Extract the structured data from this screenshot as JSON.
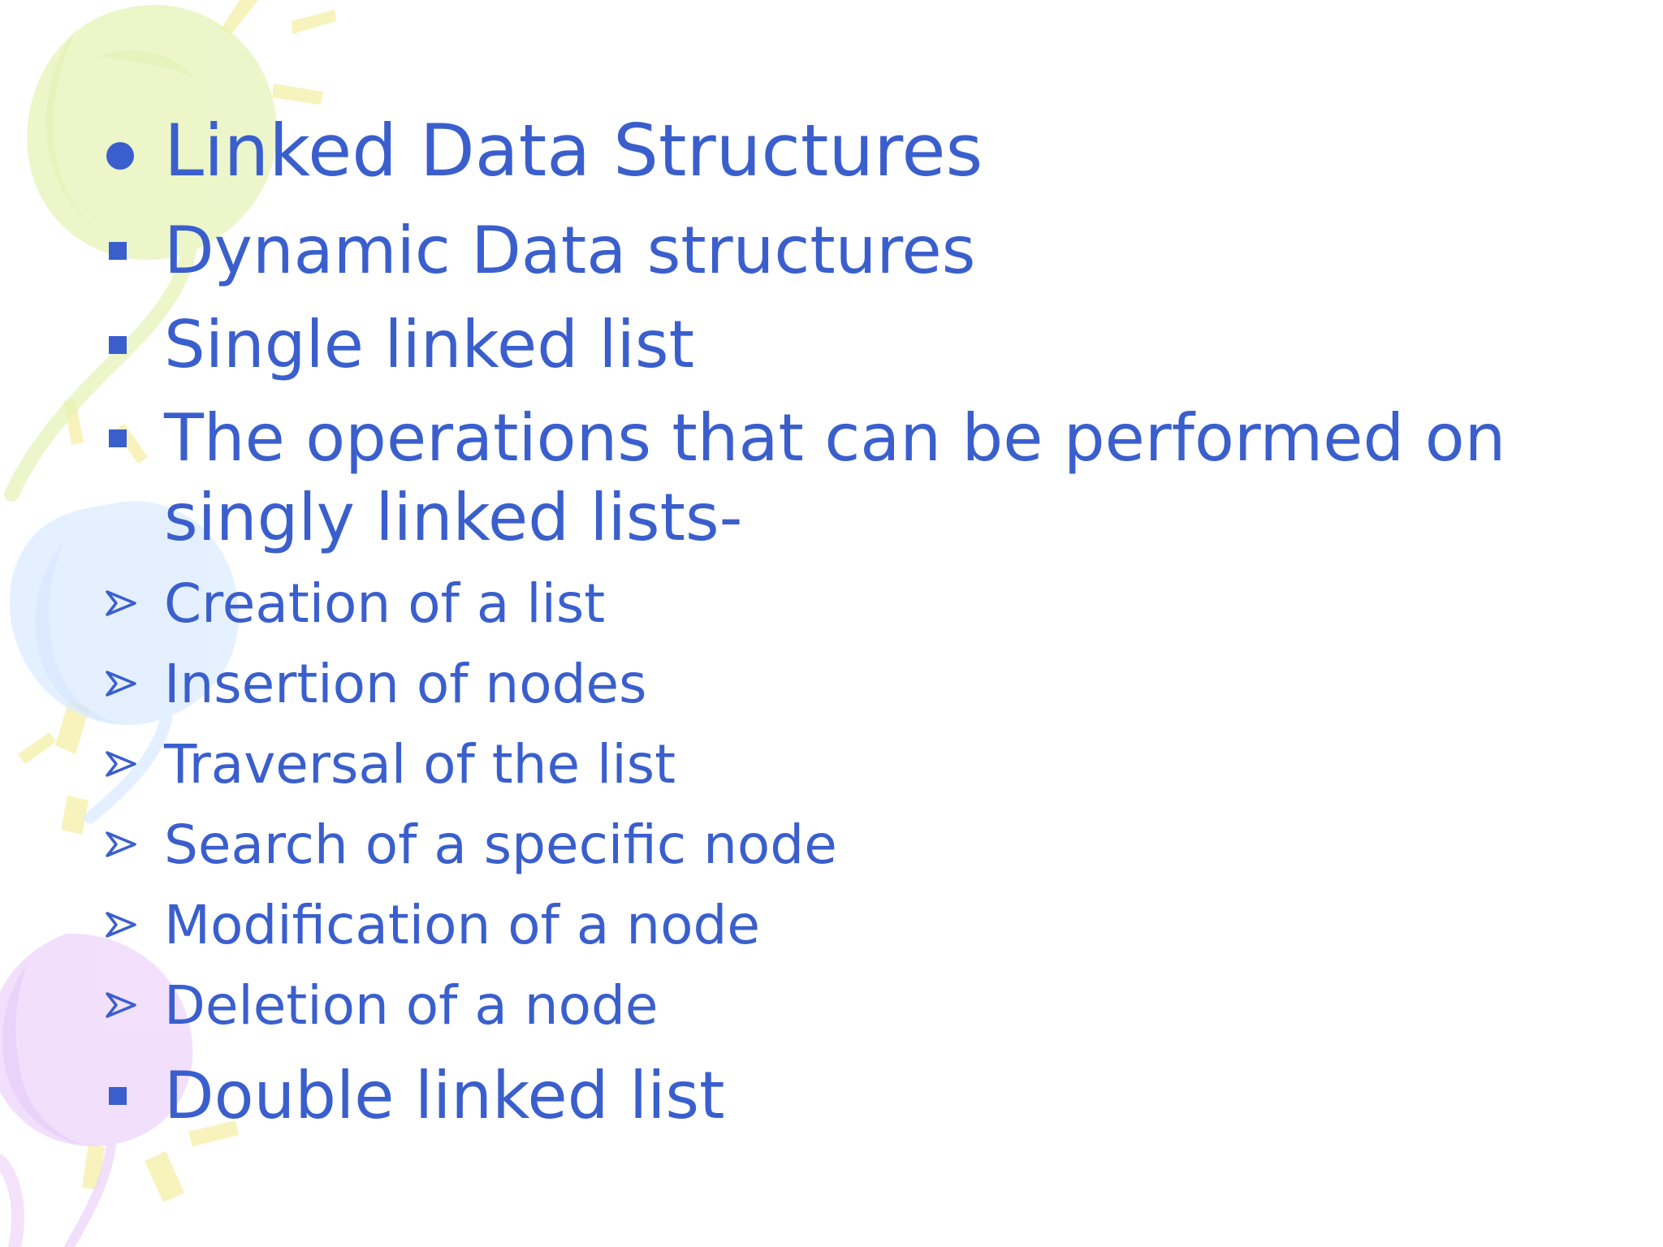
{
  "theme": {
    "text_color": "#3a5fcd",
    "background": "#ffffff",
    "balloon_green": "#e6f3b8",
    "balloon_blue": "#dcecff",
    "balloon_purple": "#efd8fb",
    "ray_yellow": "#f7f2b5"
  },
  "slide": {
    "bullets": [
      {
        "marker": "dot-bullet-icon",
        "text": "Linked Data Structures"
      },
      {
        "marker": "square-bullet-icon",
        "text": "Dynamic Data structures"
      },
      {
        "marker": "square-bullet-icon",
        "text": "Single linked list"
      },
      {
        "marker": "square-bullet-icon",
        "lines": [
          "The operations that can be performed on",
          "singly linked lists-"
        ]
      }
    ],
    "sub_bullets": [
      {
        "marker": "arrow-bullet-icon",
        "text": "Creation of a list"
      },
      {
        "marker": "arrow-bullet-icon",
        "text": "Insertion of nodes"
      },
      {
        "marker": "arrow-bullet-icon",
        "text": "Traversal of the list"
      },
      {
        "marker": "arrow-bullet-icon",
        "text": "Search of a specific node"
      },
      {
        "marker": "arrow-bullet-icon",
        "text": "Modification of a node"
      },
      {
        "marker": "arrow-bullet-icon",
        "text": "Deletion of a node"
      }
    ],
    "final_bullet": {
      "marker": "square-bullet-icon",
      "text": "Double linked list"
    }
  }
}
